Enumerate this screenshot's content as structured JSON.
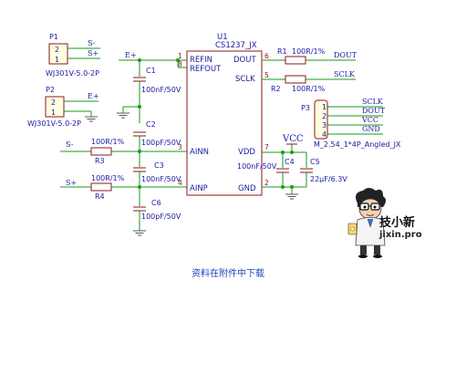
{
  "connectors": {
    "p1": {
      "ref": "P1",
      "part": "WJ301V-5.0-2P",
      "pins": [
        "2",
        "1"
      ],
      "nets": [
        "S-",
        "S+"
      ]
    },
    "p2": {
      "ref": "P2",
      "part": "WJ301V-5.0-2P",
      "pins": [
        "2",
        "1"
      ],
      "nets": [
        "E+"
      ]
    },
    "p3": {
      "ref": "P3",
      "part": "M_2.54_1*4P_Angled_JX",
      "pins": [
        "1",
        "2",
        "3",
        "4"
      ],
      "nets": [
        "SCLK",
        "DOUT",
        "VCC",
        "GND"
      ]
    }
  },
  "ic": {
    "ref": "U1",
    "part": "CS1237_JX",
    "left_pins": [
      {
        "num": "1",
        "name": "REFIN"
      },
      {
        "num": "8",
        "name": "REFOUT"
      },
      {
        "num": "3",
        "name": "AINN"
      },
      {
        "num": "4",
        "name": "AINP"
      }
    ],
    "right_pins": [
      {
        "num": "6",
        "name": "DOUT"
      },
      {
        "num": "5",
        "name": "SCLK"
      },
      {
        "num": "7",
        "name": "VDD"
      },
      {
        "num": "2",
        "name": "GND"
      }
    ]
  },
  "resistors": {
    "r1": {
      "ref": "R1",
      "value": "100R/1%",
      "net": "DOUT"
    },
    "r2": {
      "ref": "R2",
      "value": "100R/1%",
      "net": "SCLK"
    },
    "r3": {
      "ref": "R3",
      "value": "100R/1%",
      "net": "S-"
    },
    "r4": {
      "ref": "R4",
      "value": "100R/1%",
      "net": "S+"
    }
  },
  "capacitors": {
    "c1": {
      "ref": "C1",
      "value": "100nF/50V"
    },
    "c2": {
      "ref": "C2",
      "value": "100pF/50V"
    },
    "c3": {
      "ref": "C3",
      "value": "100nF/50V"
    },
    "c4": {
      "ref": "C4",
      "value": "100nF/50V"
    },
    "c5": {
      "ref": "C5",
      "value": "22µF/6.3V"
    },
    "c6": {
      "ref": "C6",
      "value": "100pF/50V"
    }
  },
  "nets": {
    "eplus": "E+",
    "vcc": "VCC"
  },
  "brand": {
    "name": "技小新",
    "url": "jixin.pro"
  },
  "note": "资料在附件中下载"
}
